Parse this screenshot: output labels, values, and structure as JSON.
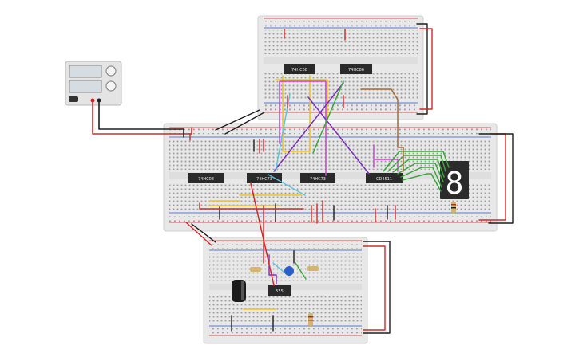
{
  "canvas": {
    "background": "#ffffff",
    "breadboard_color": "#e9e9e9",
    "rail_red": "#d42020",
    "rail_blue": "#2c55c8",
    "chip_color": "#2a2a2a"
  },
  "power_supply": {
    "icon": "power-supply-icon"
  },
  "breadboards": {
    "top": {
      "chips": [
        {
          "label": "74HC08"
        },
        {
          "label": "74HC86"
        }
      ]
    },
    "middle": {
      "chips": [
        {
          "label": "74HC08"
        },
        {
          "label": "74HC73"
        },
        {
          "label": "74HC73"
        },
        {
          "label": "CD4511"
        }
      ]
    },
    "bottom": {
      "chips": [
        {
          "label": "555"
        }
      ]
    }
  },
  "display": {
    "icon": "seven-segment-display-icon",
    "digit": "8"
  },
  "components": {
    "capacitor_icon": "electrolytic-capacitor-icon",
    "ceramic_cap_icon": "ceramic-capacitor-icon",
    "resistor_icon": "resistor-icon"
  },
  "wire_colors": {
    "red": "#d62828",
    "black": "#1e1e1e",
    "yellow": "#f2c21c",
    "purple": "#7b2fb5",
    "green": "#3aa63a",
    "cyan": "#5cc3e0",
    "brown": "#a86a35",
    "magenta": "#d23bd8"
  }
}
